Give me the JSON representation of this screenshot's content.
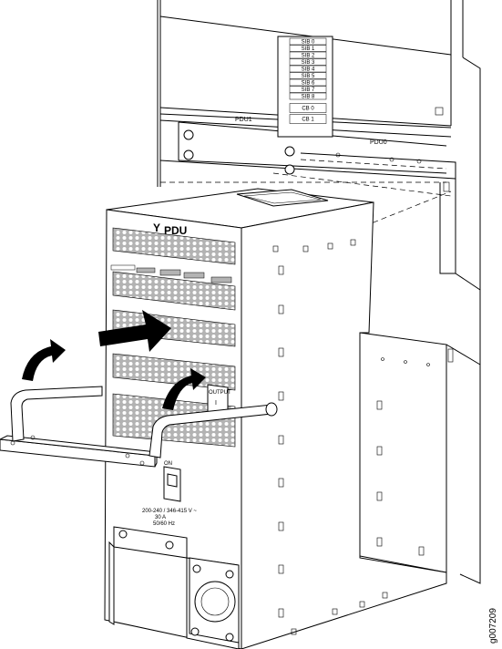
{
  "slot_labels": {
    "sib": [
      "SIB 0",
      "SIB 1",
      "SIB 2",
      "SIB 3",
      "SIB 4",
      "SIB 5",
      "SIB 6",
      "SIB 7",
      "SIB 8"
    ],
    "cb": [
      "CB 0",
      "CB 1"
    ]
  },
  "chassis_labels": {
    "pdu1": "PDU1",
    "pdu0": "PDU0"
  },
  "module_labels": {
    "title": "PDU",
    "output_label": "OUTPUT",
    "output_symbol": "I",
    "on_label": "ON",
    "rating_line1": "200-240 / 346-415 V ~",
    "rating_line2": "30 A",
    "rating_line3": "50/60 Hz"
  },
  "figure_id": "g007209",
  "colors": {
    "line": "#000000",
    "fill": "#ffffff",
    "shade": "#b3b3b3",
    "arrow": "#000000"
  }
}
